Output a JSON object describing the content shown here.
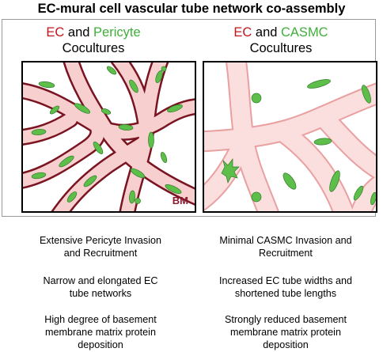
{
  "title": "EC-mural cell vascular tube network co-assembly",
  "left": {
    "heading": {
      "ec": "EC",
      "and": "and",
      "mural": "Pericyte",
      "line2": "Cocultures"
    },
    "bm_label": "BM",
    "findings": [
      [
        "Extensive Pericyte Invasion",
        "and Recruitment"
      ],
      [
        "Narrow and elongated EC",
        "tube networks"
      ],
      [
        "High degree of basement",
        "membrane matrix protein",
        "deposition"
      ]
    ]
  },
  "right": {
    "heading": {
      "ec": "EC",
      "and": "and",
      "mural": "CASMC",
      "line2": "Cocultures"
    },
    "findings": [
      [
        "Minimal CASMC Invasion and",
        "Recruitment"
      ],
      [
        "Increased EC tube widths and",
        "shortened tube lengths"
      ],
      [
        "Strongly reduced basement",
        "membrane matrix protein",
        "deposition"
      ]
    ]
  },
  "colors": {
    "ec_red": "#c0161c",
    "mural_green": "#3fae3a",
    "tube_fill": "#f7cfcf",
    "tube_edge_left": "#7a1420",
    "tube_edge_right": "#e9a0a0",
    "cell_green": "#5dbf4a",
    "bm_label": "#8a1a30"
  }
}
